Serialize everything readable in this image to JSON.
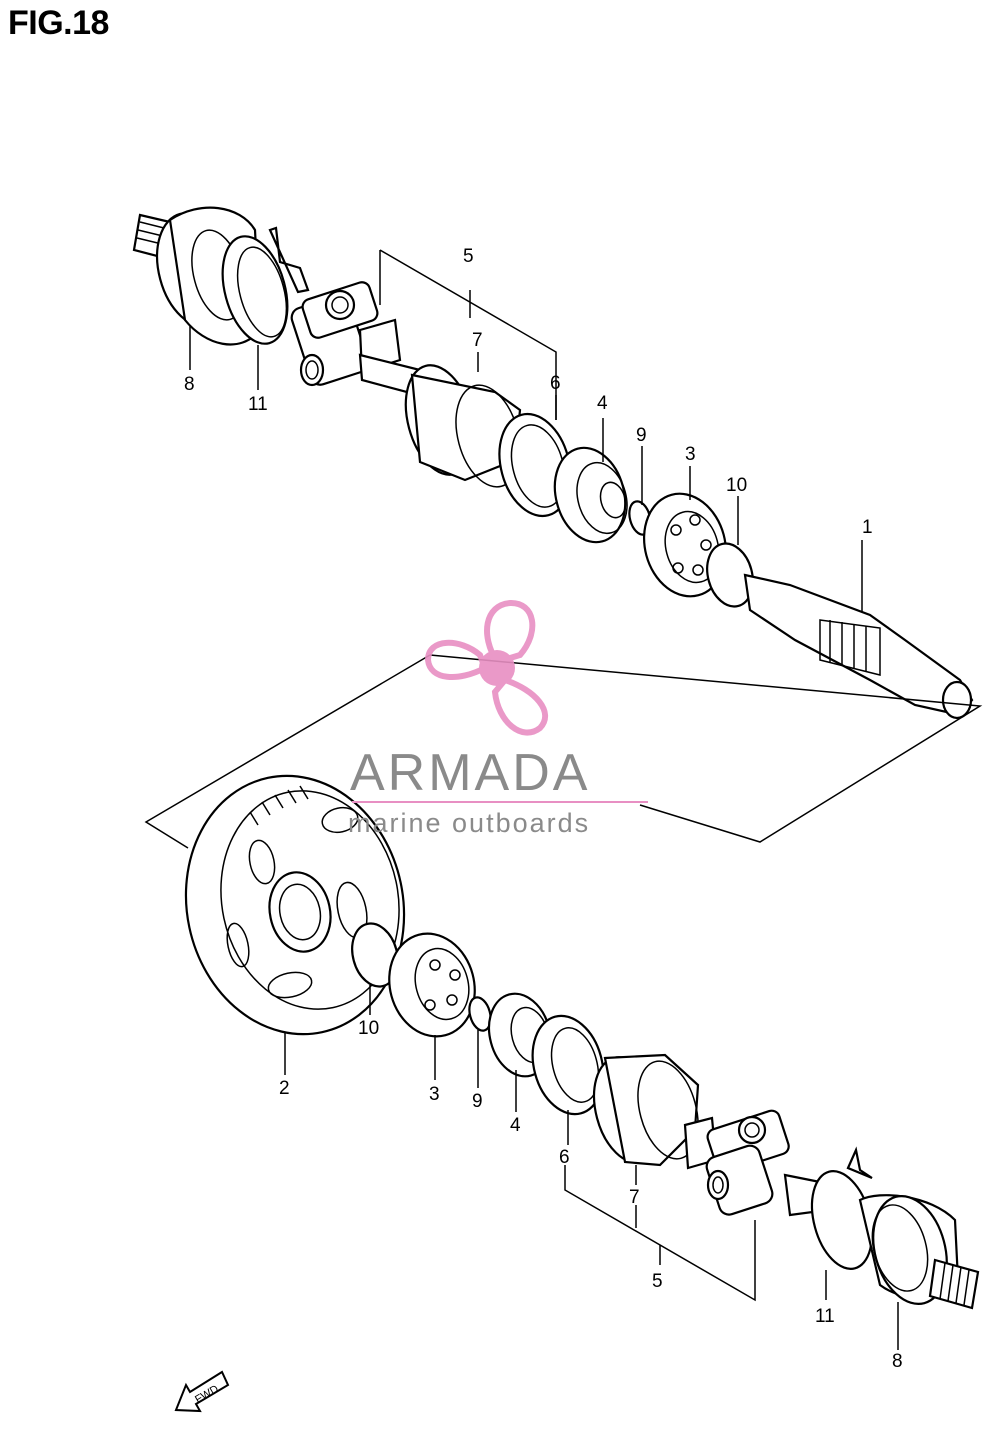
{
  "figure": {
    "title": "FIG.18"
  },
  "watermark": {
    "brand": "ARMADA",
    "tagline": "marine outboards",
    "accent_color": "#e88fc3"
  },
  "direction_badge": {
    "label": "FWD"
  },
  "callouts": {
    "upper": {
      "p1": "1",
      "p3": "3",
      "p4": "4",
      "p5": "5",
      "p6": "6",
      "p7": "7",
      "p8": "8",
      "p9": "9",
      "p10": "10",
      "p11": "11"
    },
    "lower": {
      "p2": "2",
      "p3": "3",
      "p4": "4",
      "p5": "5",
      "p6": "6",
      "p7": "7",
      "p8": "8",
      "p9": "9",
      "p10": "10",
      "p11": "11"
    }
  }
}
